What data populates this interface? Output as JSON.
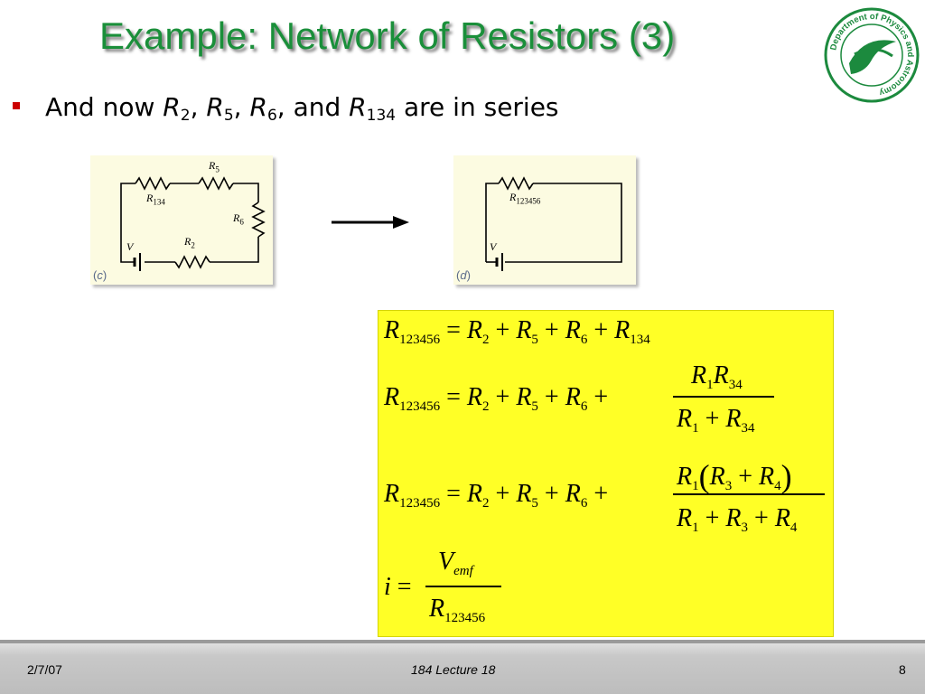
{
  "slide": {
    "title": "Example: Network of Resistors (3)",
    "bullet": {
      "prefix": "And now ",
      "r2": "R",
      "r2_sub": "2",
      "sep1": ", ",
      "r5": "R",
      "r5_sub": "5",
      "sep2": ", ",
      "r6": "R",
      "r6_sub": "6",
      "sep3": ", and ",
      "r134": "R",
      "r134_sub": "134",
      "suffix": " are in series"
    },
    "logo": {
      "ring_text": "Department of Physics and Astronomy"
    },
    "panel_c": {
      "tag_open": "(",
      "tag_letter": "c",
      "tag_close": ")",
      "labels": {
        "R5": "R",
        "R5_sub": "5",
        "R134": "R",
        "R134_sub": "134",
        "R6": "R",
        "R6_sub": "6",
        "R2": "R",
        "R2_sub": "2",
        "V": "V"
      }
    },
    "panel_d": {
      "tag_open": "(",
      "tag_letter": "d",
      "tag_close": ")",
      "labels": {
        "R123456": "R",
        "R123456_sub": "123456",
        "V": "V"
      }
    },
    "equations": {
      "lhs_R": "R",
      "lhs_sub": "123456",
      "eq": "=",
      "plus": "+",
      "sub2": "2",
      "sub5": "5",
      "sub6": "6",
      "sub134": "134",
      "sub1": "1",
      "sub34": "34",
      "sub3": "3",
      "sub4": "4",
      "paren_open": "(",
      "paren_close": ")",
      "i": "i",
      "V": "V",
      "emf": "emf"
    },
    "footer": {
      "date": "2/7/07",
      "lecture": "184 Lecture 18",
      "page": "8"
    },
    "colors": {
      "title": "#1a8f3a",
      "bullet": "#cc0000",
      "equation_bg": "#ffff26",
      "logo_green": "#1c8a3e"
    }
  }
}
